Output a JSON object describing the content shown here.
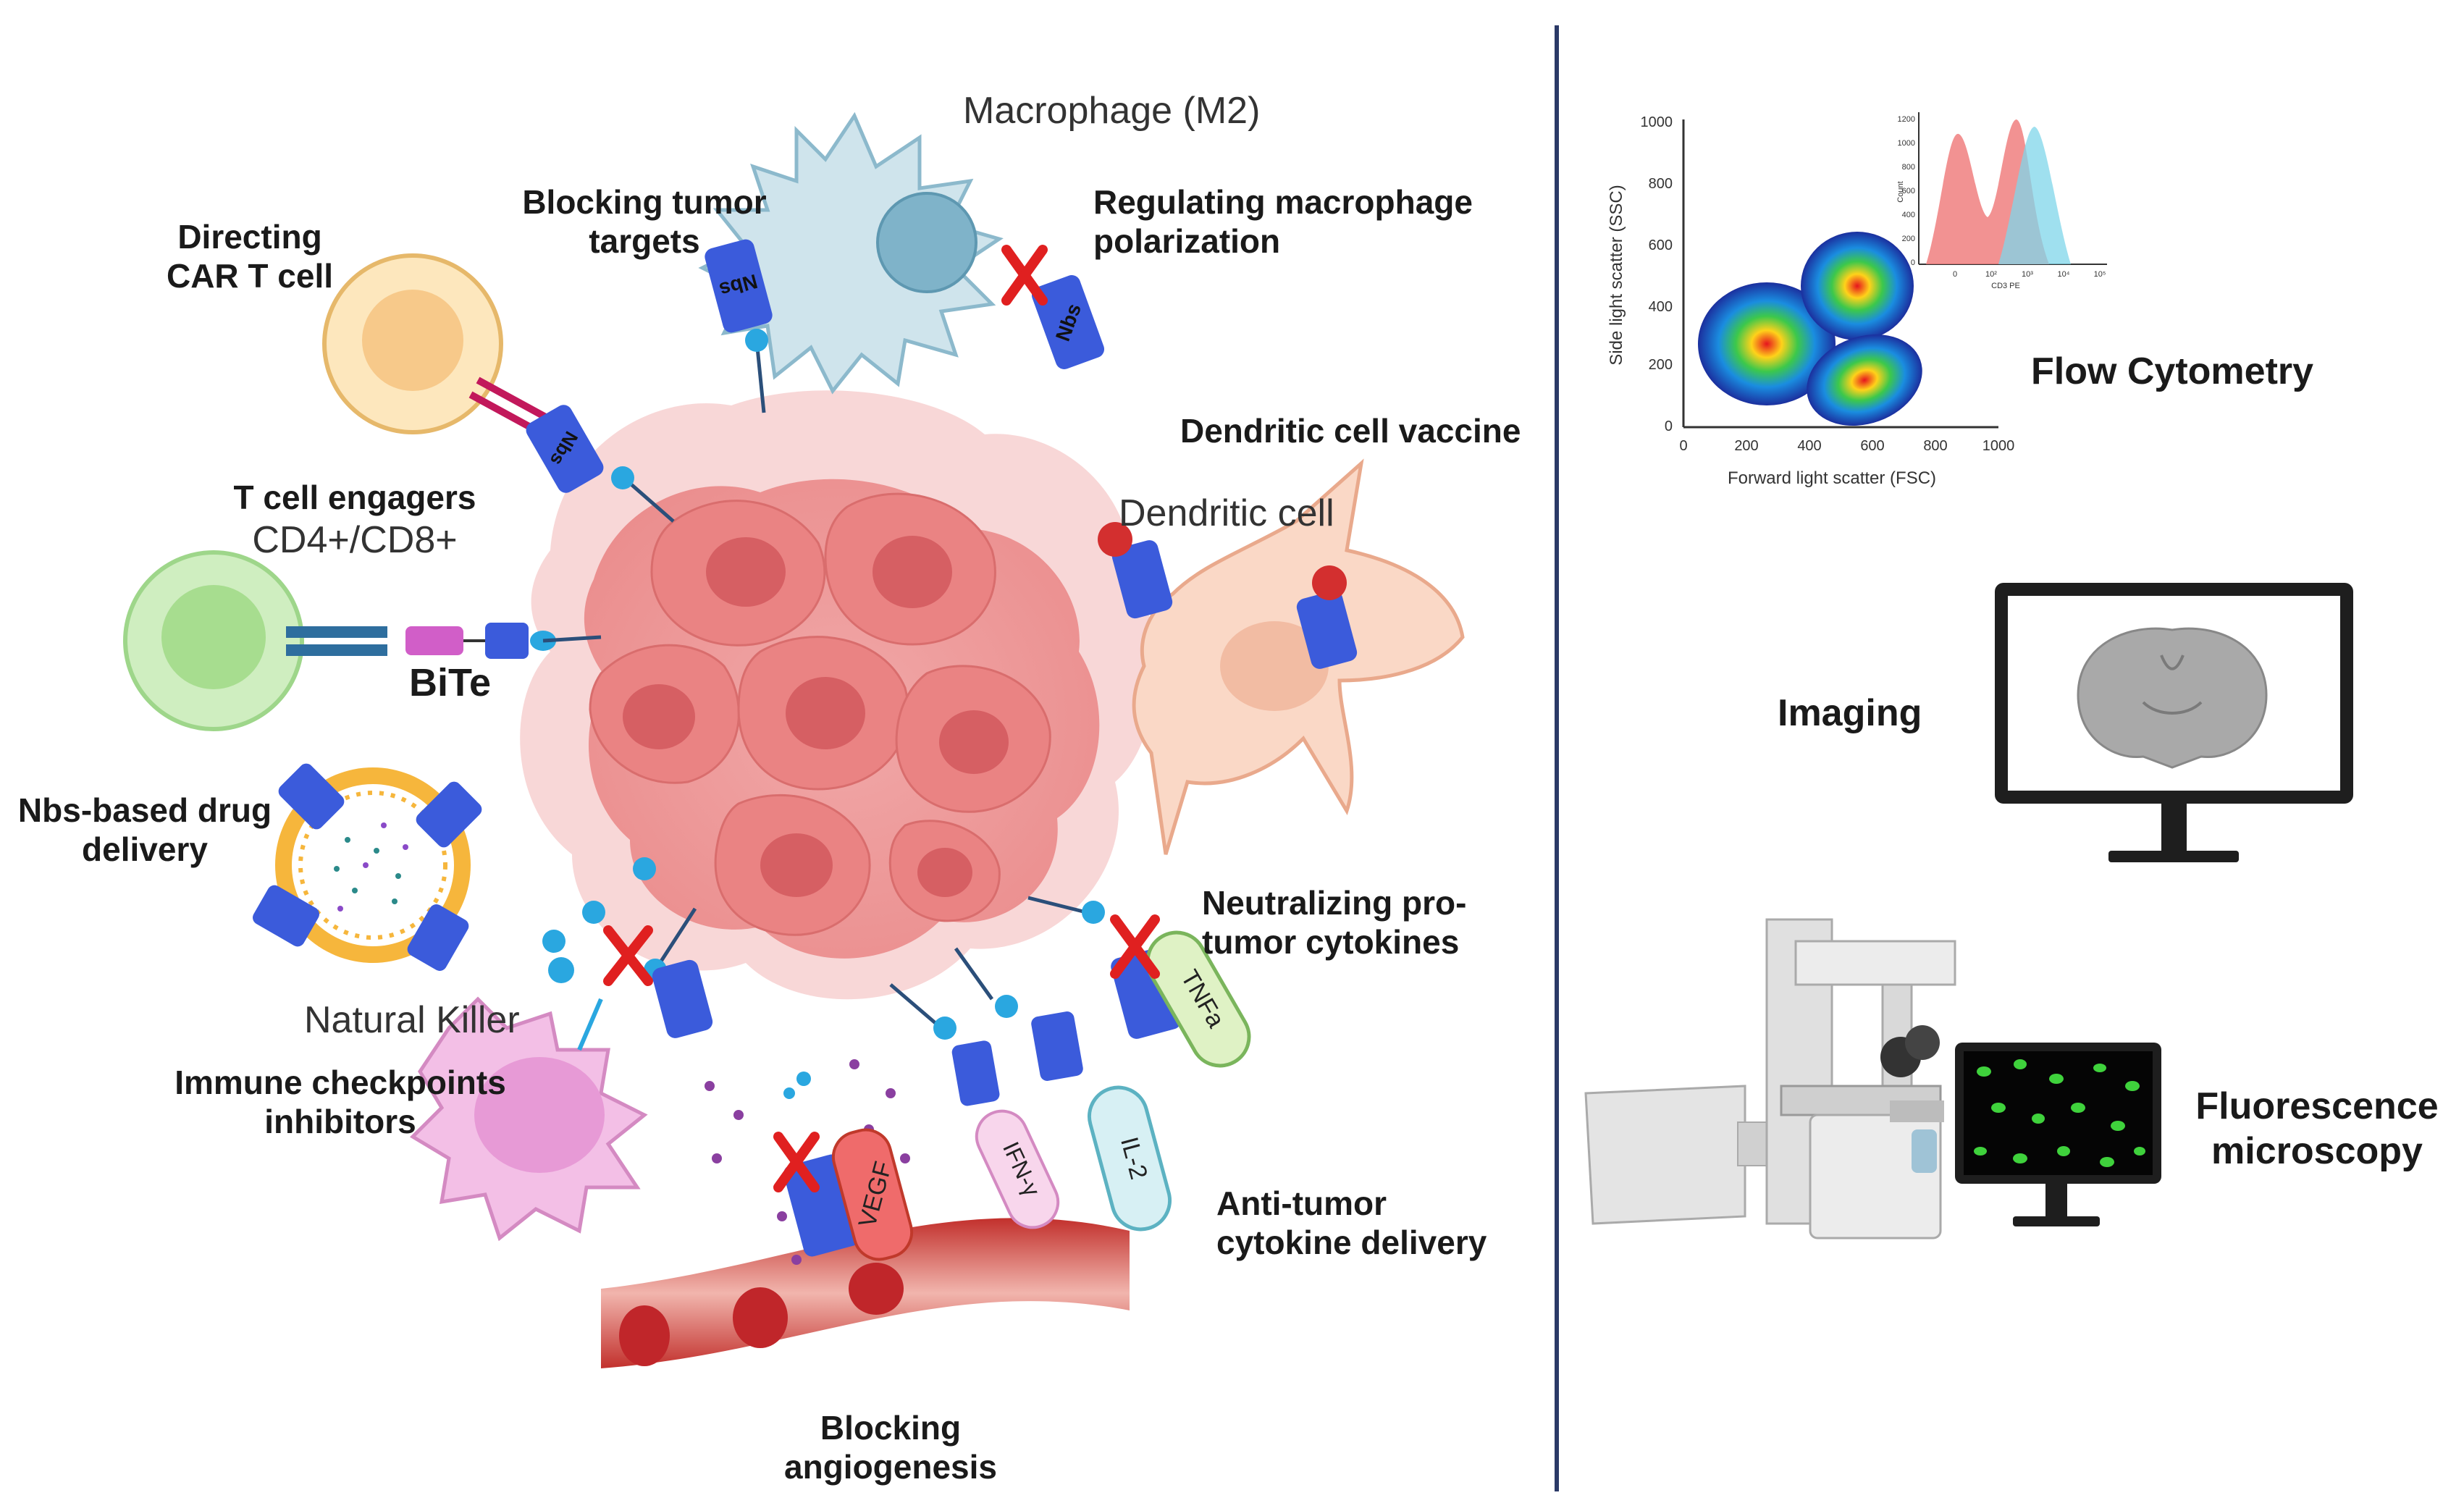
{
  "left_panel": {
    "labels": {
      "macrophage": "Macrophage (M2)",
      "blocking_targets": [
        "Blocking tumor",
        "targets"
      ],
      "regulating_macrophage": [
        "Regulating macrophage",
        "polarization"
      ],
      "directing_car_t": [
        "Directing",
        "CAR T cell"
      ],
      "dendritic_vaccine": "Dendritic cell vaccine",
      "dendritic_cell": "Dendritic cell",
      "t_cell_engagers": "T cell engagers",
      "cd4_cd8": "CD4+/CD8+",
      "bite": "BiTe",
      "nbs_drug_delivery": [
        "Nbs-based drug",
        "delivery"
      ],
      "neutralizing_cytokines": [
        "Neutralizing pro-",
        "tumor cytokines"
      ],
      "natural_killer": "Natural Killer",
      "immune_checkpoints": [
        "Immune checkpoints",
        "inhibitors"
      ],
      "anti_tumor_delivery": [
        "Anti-tumor",
        "cytokine delivery"
      ],
      "blocking_angiogenesis": [
        "Blocking",
        "angiogenesis"
      ]
    },
    "molecule_labels": {
      "nbs": "Nbs",
      "tnfa": "TNFa",
      "vegf": "VEGF",
      "ifn": "IFN-γ",
      "il2": "IL-2"
    }
  },
  "right_panel": {
    "flow_cytometry": {
      "title": "Flow Cytometry",
      "scatter_ylabel": "Side light scatter (SSC)",
      "scatter_xlabel": "Forward light scatter (FSC)",
      "scatter_xticks": [
        "0",
        "200",
        "400",
        "600",
        "800",
        "1000"
      ],
      "scatter_yticks": [
        "0",
        "200",
        "400",
        "600",
        "800",
        "1000"
      ],
      "hist_ylabel": "Count",
      "hist_xlabel": "CD3 PE",
      "hist_yticks": [
        "0",
        "200",
        "400",
        "600",
        "800",
        "1000",
        "1200"
      ],
      "hist_xticks": [
        "0",
        "10²",
        "10³",
        "10⁴",
        "10⁵"
      ]
    },
    "imaging": {
      "title": "Imaging"
    },
    "fluorescence": {
      "title": [
        "Fluorescence",
        "microscopy"
      ]
    }
  },
  "colors": {
    "tumor": "#e8777a",
    "nanobody": "#3b5bdb",
    "divider": "#2b3a67",
    "red_x": "#e02020",
    "vessel": "#b3201f"
  }
}
